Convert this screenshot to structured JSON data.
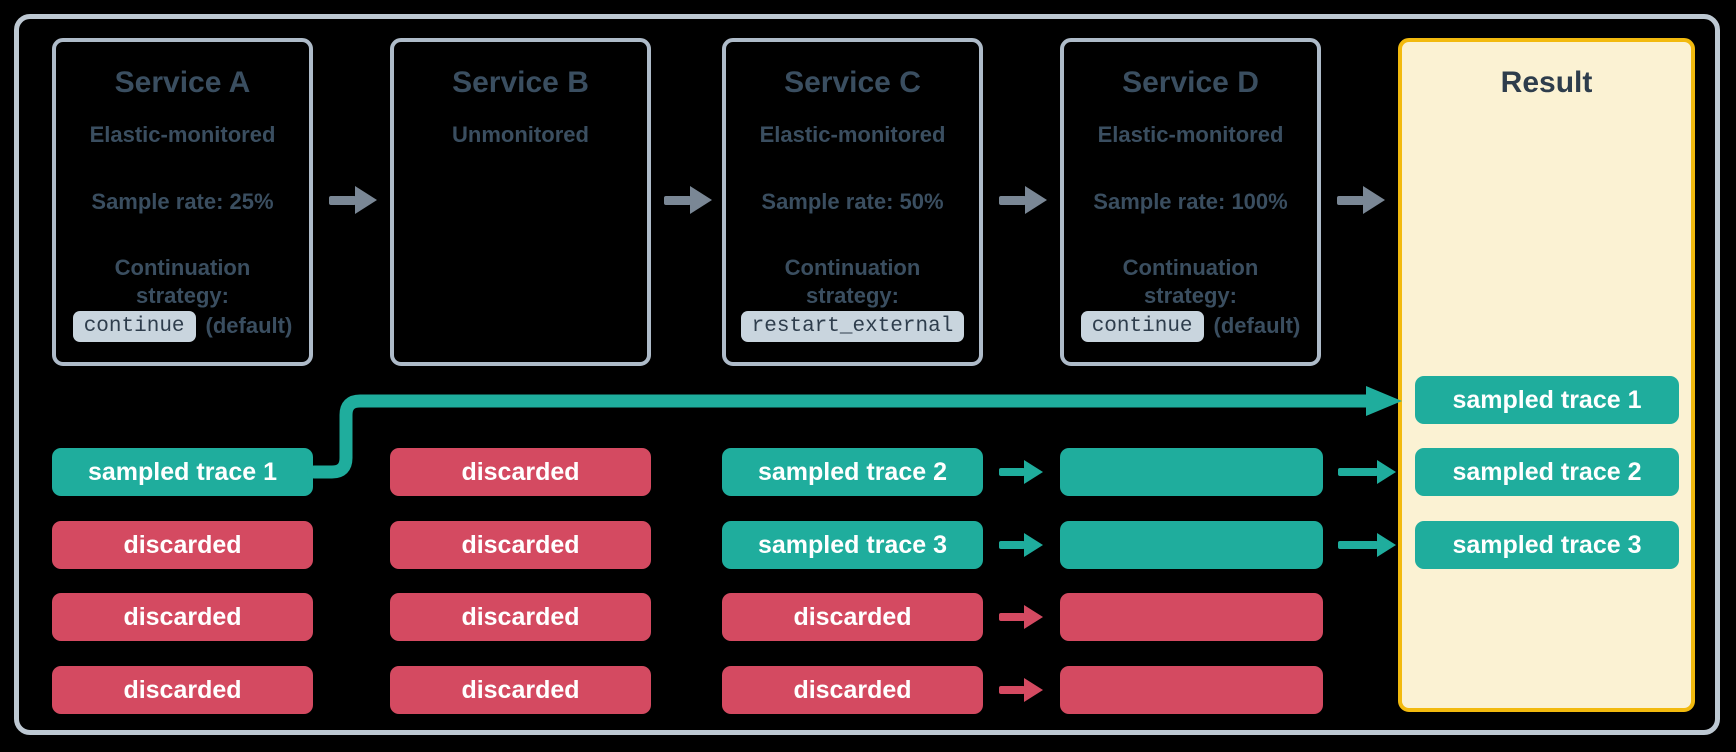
{
  "services": [
    {
      "title": "Service A",
      "subtitle": "Elastic-monitored",
      "sample_rate": "Sample rate: 25%",
      "continuation_line1": "Continuation",
      "continuation_line2": "strategy:",
      "chip": "continue",
      "chip_suffix": "(default)"
    },
    {
      "title": "Service B",
      "subtitle": "Unmonitored"
    },
    {
      "title": "Service C",
      "subtitle": "Elastic-monitored",
      "sample_rate": "Sample rate: 50%",
      "continuation_line1": "Continuation",
      "continuation_line2": "strategy:",
      "chip": "restart_external"
    },
    {
      "title": "Service D",
      "subtitle": "Elastic-monitored",
      "sample_rate": "Sample rate: 100%",
      "continuation_line1": "Continuation",
      "continuation_line2": "strategy:",
      "chip": "continue",
      "chip_suffix": "(default)"
    }
  ],
  "result": {
    "title": "Result",
    "pills": [
      {
        "label": "sampled trace 1",
        "kind": "teal"
      },
      {
        "label": "sampled trace 2",
        "kind": "teal"
      },
      {
        "label": "sampled trace 3",
        "kind": "teal"
      }
    ]
  },
  "columns": {
    "a": [
      {
        "label": "sampled trace 1",
        "kind": "teal"
      },
      {
        "label": "discarded",
        "kind": "red"
      },
      {
        "label": "discarded",
        "kind": "red"
      },
      {
        "label": "discarded",
        "kind": "red"
      }
    ],
    "b": [
      {
        "label": "discarded",
        "kind": "red"
      },
      {
        "label": "discarded",
        "kind": "red"
      },
      {
        "label": "discarded",
        "kind": "red"
      },
      {
        "label": "discarded",
        "kind": "red"
      }
    ],
    "c": [
      {
        "label": "sampled trace 2",
        "kind": "teal"
      },
      {
        "label": "sampled trace 3",
        "kind": "teal"
      },
      {
        "label": "discarded",
        "kind": "red"
      },
      {
        "label": "discarded",
        "kind": "red"
      }
    ],
    "d": [
      {
        "label": "",
        "kind": "teal"
      },
      {
        "label": "",
        "kind": "teal"
      },
      {
        "label": "",
        "kind": "red"
      },
      {
        "label": "",
        "kind": "red"
      }
    ]
  },
  "arrows": {
    "service_flow": [
      "gray",
      "gray",
      "gray",
      "gray"
    ],
    "c_to_d": [
      "teal",
      "teal",
      "red",
      "red"
    ],
    "d_to_result": [
      "teal",
      "teal"
    ],
    "long_connector": "teal"
  },
  "colors": {
    "teal": "#1fad9d",
    "red": "#d44a61",
    "arrow_gray": "#7a8795",
    "result_bg": "#fbf2d3",
    "result_border": "#f2ba0e",
    "box_border": "#aebbc9",
    "outer_border": "#bdc8d2",
    "text_dark": "#3a4e60",
    "chip_bg": "#c9d5de",
    "background": "#000000"
  }
}
